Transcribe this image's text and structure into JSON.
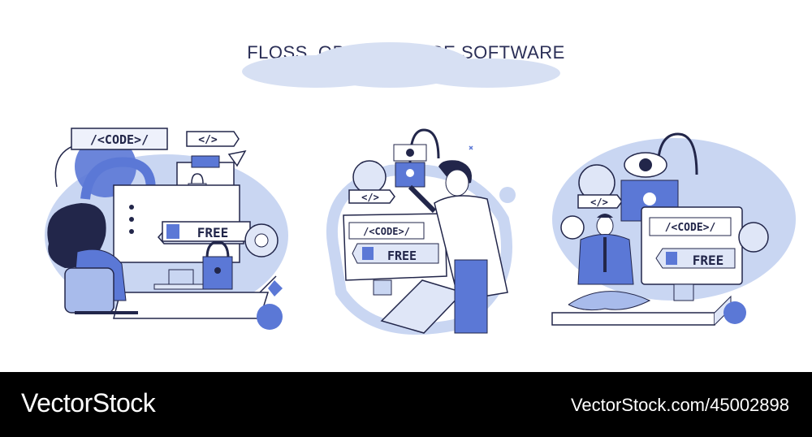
{
  "title": "FLOSS. OPEN-SOURCE SOFTWARE",
  "scenes": {
    "left": {
      "code_tag": "/<CODE>/",
      "small_tag": "</>",
      "free_label": "FREE"
    },
    "middle": {
      "code_tag": "/<CODE>/",
      "small_tag": "</>",
      "free_label": "FREE"
    },
    "right": {
      "code_tag": "/<CODE>/",
      "small_tag": "</>",
      "free_label": "FREE"
    }
  },
  "footer": {
    "brand": "VectorStock",
    "stock_id": "VectorStock.com/45002898"
  },
  "colors": {
    "accent": "#5b78d6",
    "light": "#c9d6f2",
    "dark": "#22264a",
    "footer": "#000000"
  }
}
